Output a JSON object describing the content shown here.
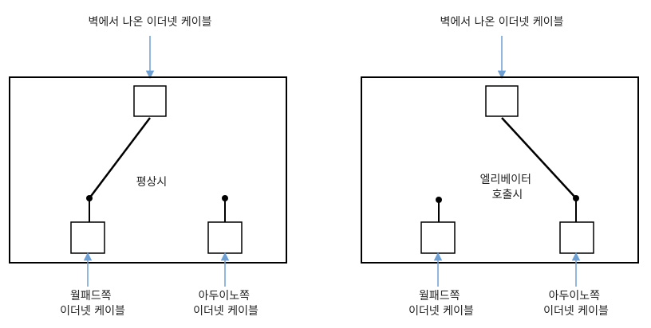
{
  "colors": {
    "stroke": "#000000",
    "arrow": "#6f9fd0",
    "text": "#222222",
    "background": "#ffffff"
  },
  "panels": [
    {
      "wall_cable_label": "벽에서 나온 이더넷 케이블",
      "state_label": [
        "평상시"
      ],
      "left_plug_label": [
        "월패드쪽",
        "이더넷 케이블"
      ],
      "right_plug_label": [
        "아두이노쪽",
        "이더넷 케이블"
      ],
      "connected_to": "left"
    },
    {
      "wall_cable_label": "벽에서 나온 이더넷 케이블",
      "state_label": [
        "엘리베이터",
        "호출시"
      ],
      "left_plug_label": [
        "월패드쪽",
        "이더넷 케이블"
      ],
      "right_plug_label": [
        "아두이노쪽",
        "이더넷 케이블"
      ],
      "connected_to": "right"
    }
  ]
}
